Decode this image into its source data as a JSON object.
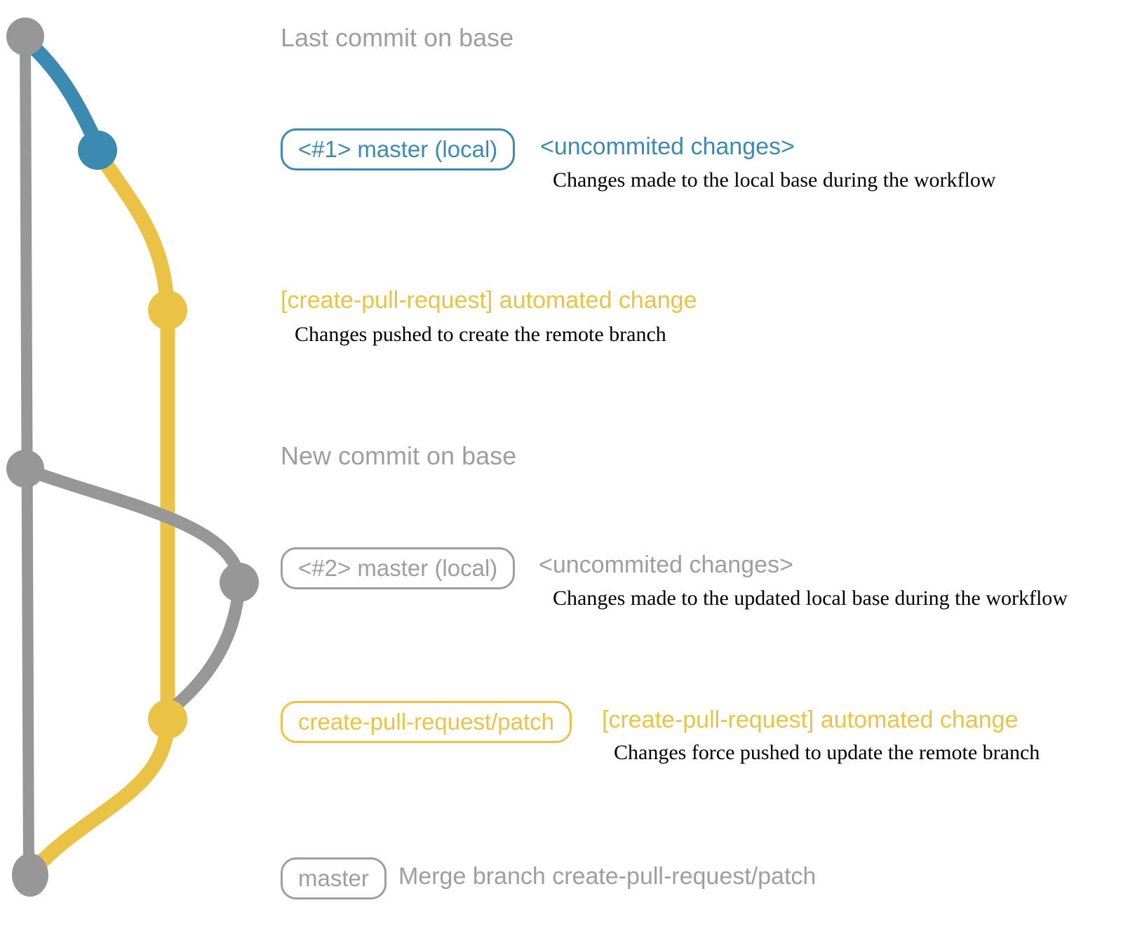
{
  "colors": {
    "base_gray": "#979797",
    "branch_blue": "#3b8ab2",
    "branch_yellow": "#eac246",
    "text_gray": "#9e9e9e",
    "description_black": "#000000",
    "background": "#ffffff"
  },
  "rows": {
    "row1": {
      "label": "Last commit on base"
    },
    "row2": {
      "badge": "<#1> master (local)",
      "annotation": "<uncommited changes>",
      "description": "Changes made to the local base during the workflow"
    },
    "row3": {
      "message": "[create-pull-request] automated change",
      "description": "Changes pushed to create the remote branch"
    },
    "row4": {
      "label": "New commit on base"
    },
    "row5": {
      "badge": "<#2> master (local)",
      "annotation": "<uncommited changes>",
      "description": "Changes made to the updated local base during the workflow"
    },
    "row6": {
      "badge": "create-pull-request/patch",
      "message": "[create-pull-request] automated change",
      "description": "Changes force pushed to update the remote branch"
    },
    "row7": {
      "badge": "master",
      "message": "Merge branch create-pull-request/patch"
    }
  },
  "graph": {
    "branches": [
      "base",
      "master (local)",
      "create-pull-request/patch"
    ],
    "commits": [
      {
        "name": "last-commit-on-base",
        "branch": "base",
        "color": "gray"
      },
      {
        "name": "uncommitted-changes-1",
        "branch": "master (local)",
        "color": "blue"
      },
      {
        "name": "automated-change-1",
        "branch": "create-pull-request/patch",
        "color": "yellow"
      },
      {
        "name": "new-commit-on-base",
        "branch": "base",
        "color": "gray"
      },
      {
        "name": "uncommitted-changes-2",
        "branch": "master (local)",
        "color": "gray"
      },
      {
        "name": "automated-change-2",
        "branch": "create-pull-request/patch",
        "color": "yellow"
      },
      {
        "name": "merge-branch-commit",
        "branch": "base",
        "color": "gray"
      }
    ]
  }
}
